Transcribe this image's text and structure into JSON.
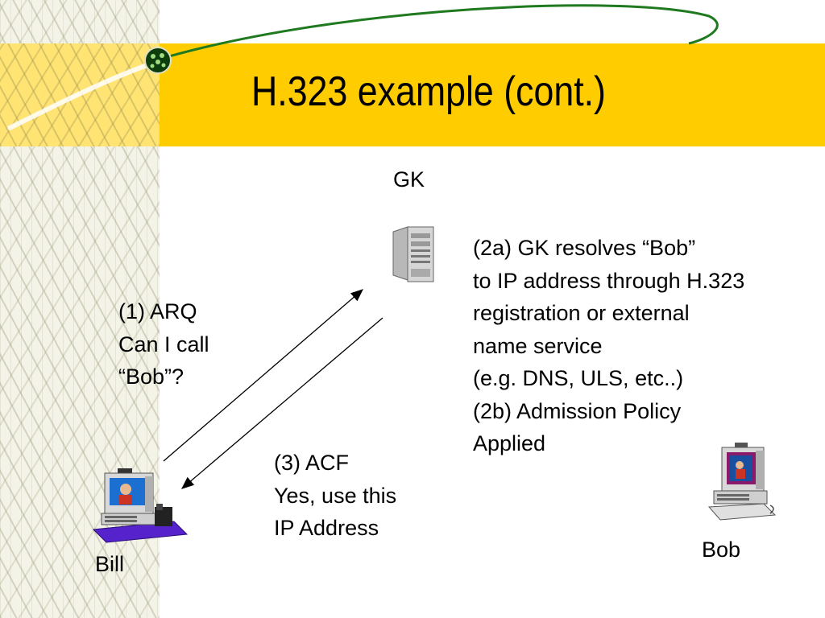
{
  "slide": {
    "title": "H.323 example (cont.)",
    "colors": {
      "band": "#ffcc00",
      "orbit": "#1f7a1f",
      "pc_base": "#5522cc"
    }
  },
  "nodes": {
    "gk": {
      "label": "GK",
      "icon": "server-tower-icon"
    },
    "bill": {
      "label": "Bill",
      "icon": "desktop-pc-with-phone-icon"
    },
    "bob": {
      "label": "Bob",
      "icon": "desktop-pc-icon"
    }
  },
  "messages": {
    "arq": [
      "(1) ARQ",
      "Can I call",
      "“Bob”?"
    ],
    "resolve": [
      "(2a) GK resolves “Bob”",
      "to IP address through H.323",
      "registration or external",
      "name service",
      "(e.g. DNS, ULS, etc..)",
      "(2b) Admission Policy",
      "Applied"
    ],
    "acf": [
      "(3) ACF",
      "Yes, use this",
      "IP Address"
    ]
  }
}
